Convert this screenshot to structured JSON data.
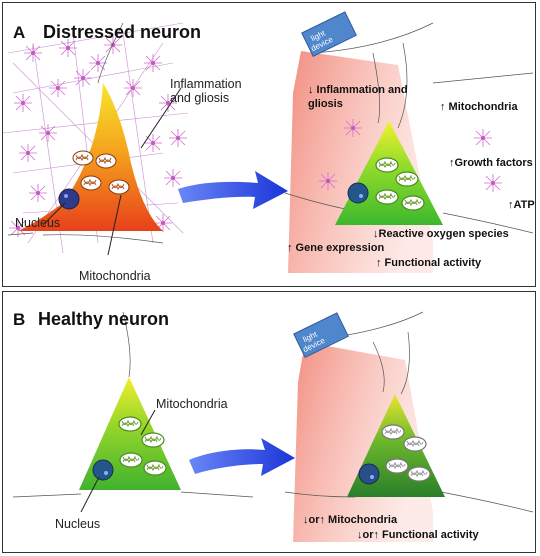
{
  "panel_a": {
    "letter": "A",
    "title": "Distressed neuron",
    "label_inflammation": "Inflammation and gliosis",
    "label_nucleus": "Nucleus",
    "label_mitochondria": "Mitochondria",
    "device": "light device",
    "effects": {
      "inflammation": "↓ Inflammation and gliosis",
      "mitochondria": "↑ Mitochondria",
      "growth": "↑Growth factors",
      "atp": "↑ATP",
      "ros": "↓Reactive oxygen species",
      "gene": "↑ Gene expression",
      "functional": "↑ Functional activity"
    }
  },
  "panel_b": {
    "letter": "B",
    "title": "Healthy neuron",
    "label_mitochondria": "Mitochondria",
    "label_nucleus": "Nucleus",
    "device": "light device",
    "effects": {
      "mitochondria": "↓or↑ Mitochondria",
      "functional": "↓or↑ Functional activity"
    }
  },
  "colors": {
    "distressed_top": "#f5d820",
    "distressed_bottom": "#e8401a",
    "healthy_top": "#f0ec30",
    "healthy_bottom": "#2e9a30",
    "arrow": "#1d3fe0",
    "light_beam": "#f08070",
    "device": "#4f86cc",
    "glia": "#d46ad0"
  }
}
